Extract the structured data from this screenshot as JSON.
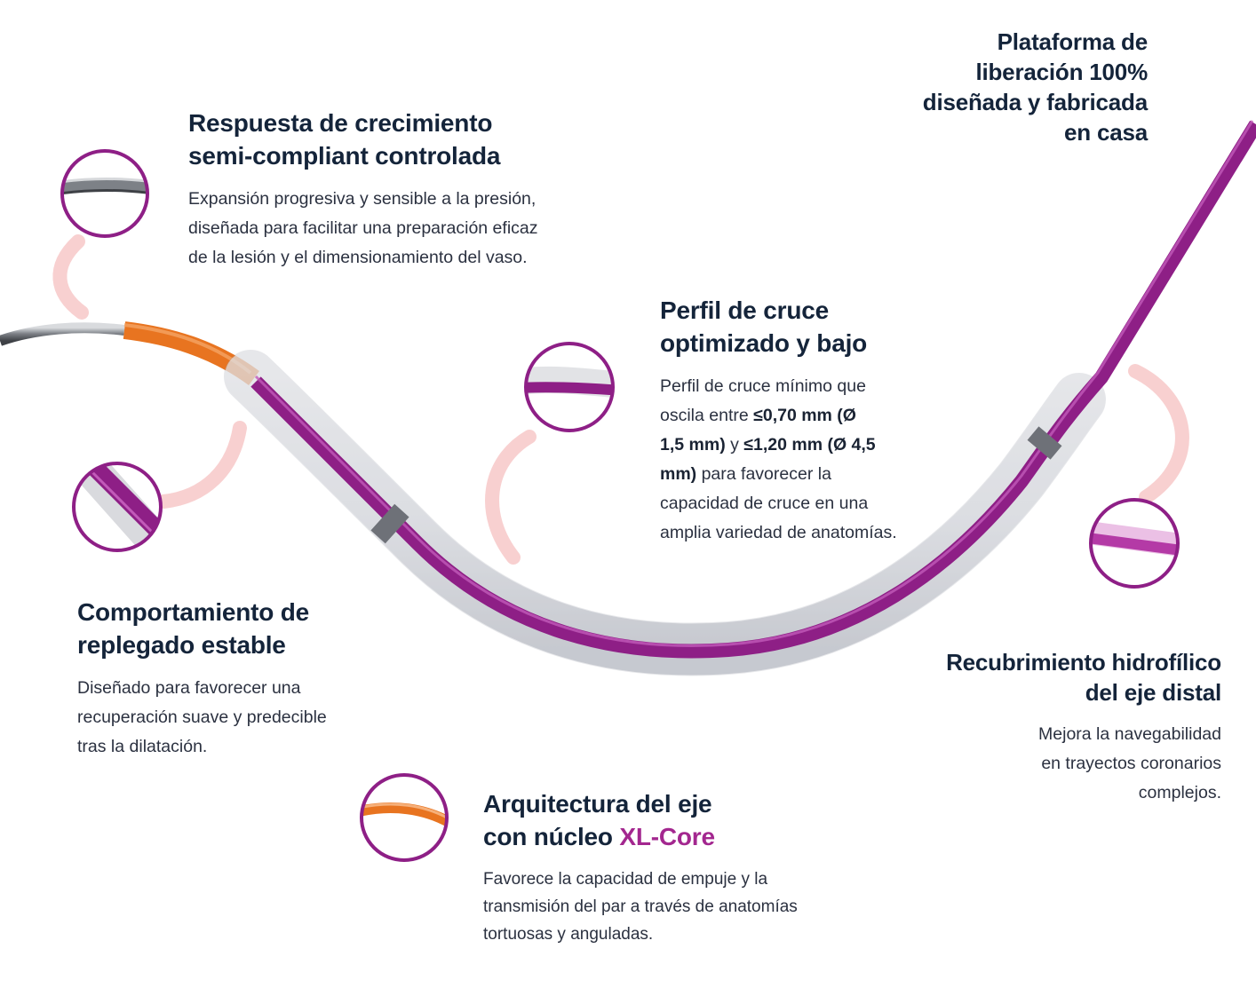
{
  "colors": {
    "accent": "#a3278f",
    "heading": "#14243a",
    "catheter_purple": "#8e1f86",
    "tip_orange": "#e87420",
    "wire_gray": "#8a8f96",
    "callout_pink": "#f7c8c8"
  },
  "platform": {
    "lines": [
      "Plataforma de",
      "liberación 100%",
      "diseñada y fabricada",
      "en casa"
    ]
  },
  "features": {
    "growth": {
      "title_lines": [
        "Respuesta de crecimiento",
        "semi-compliant controlada"
      ],
      "desc_lines": [
        "Expansión progresiva y sensible a la presión,",
        "diseñada para facilitar una preparación eficaz",
        "de la lesión y el dimensionamiento del vaso."
      ]
    },
    "crossing": {
      "title_lines": [
        "Perfil de cruce",
        "optimizado y bajo"
      ],
      "desc_lines": [
        "Perfil de cruce mínimo que",
        "oscila entre ",
        "≤0,70 mm (Ø",
        "1,5 mm)",
        " y ",
        "≤1,20 mm (Ø 4,5",
        "mm)",
        " para favorecer la",
        "capacidad de cruce en una",
        "amplia variedad de anatomías."
      ]
    },
    "refold": {
      "title_lines": [
        "Comportamiento de",
        "replegado estable"
      ],
      "desc_lines": [
        "Diseñado para favorecer una",
        "recuperación suave y predecible",
        "tras la dilatación."
      ]
    },
    "coating": {
      "title_lines": [
        "Recubrimiento hidrofílico",
        "del eje distal"
      ],
      "desc_lines": [
        "Mejora la navegabilidad",
        "en trayectos coronarios",
        "complejos."
      ]
    },
    "core": {
      "title_line1": "Arquitectura del eje",
      "title_line2_prefix": "con núcleo ",
      "title_line2_accent": "XL-Core",
      "desc_lines": [
        "Favorece la capacidad de empuje y la",
        "transmisión del par a través de anatomías",
        "tortuosas y anguladas."
      ]
    }
  },
  "icons": [
    "catheter-illustration",
    "zoom-circle-growth",
    "zoom-circle-refold",
    "zoom-circle-crossing",
    "zoom-circle-coating",
    "zoom-circle-core"
  ]
}
